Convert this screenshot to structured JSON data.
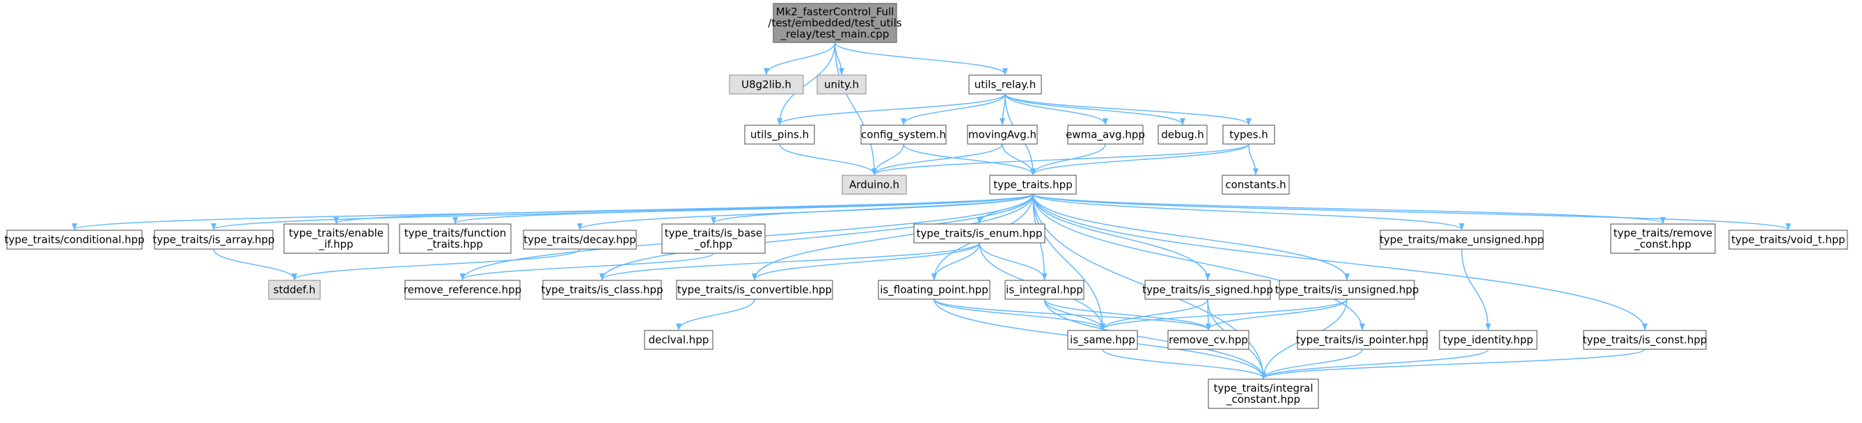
{
  "colors": {
    "root_fill": "#999999",
    "root_stroke": "#666666",
    "system_fill": "#e0e0e0",
    "system_stroke": "#999999",
    "node_fill": "#ffffff",
    "node_stroke": "#666666",
    "edge": "#63b8ff",
    "text": "#000000"
  },
  "nodes": [
    {
      "id": "test_main",
      "lines": [
        "Mk2_fasterControl_Full",
        "/test/embedded/test_utils",
        "_relay/test_main.cpp"
      ],
      "kind": "root"
    },
    {
      "id": "u8g2lib",
      "lines": [
        "U8g2lib.h"
      ],
      "kind": "system"
    },
    {
      "id": "unity",
      "lines": [
        "unity.h"
      ],
      "kind": "system"
    },
    {
      "id": "utils_relay",
      "lines": [
        "utils_relay.h"
      ],
      "kind": "file"
    },
    {
      "id": "utils_pins",
      "lines": [
        "utils_pins.h"
      ],
      "kind": "file"
    },
    {
      "id": "config_system",
      "lines": [
        "config_system.h"
      ],
      "kind": "file"
    },
    {
      "id": "movingavg",
      "lines": [
        "movingAvg.h"
      ],
      "kind": "file"
    },
    {
      "id": "ewma_avg",
      "lines": [
        "ewma_avg.hpp"
      ],
      "kind": "file"
    },
    {
      "id": "debug",
      "lines": [
        "debug.h"
      ],
      "kind": "file"
    },
    {
      "id": "types",
      "lines": [
        "types.h"
      ],
      "kind": "file"
    },
    {
      "id": "arduino",
      "lines": [
        "Arduino.h"
      ],
      "kind": "system"
    },
    {
      "id": "type_traits",
      "lines": [
        "type_traits.hpp"
      ],
      "kind": "file"
    },
    {
      "id": "constants",
      "lines": [
        "constants.h"
      ],
      "kind": "file"
    },
    {
      "id": "conditional",
      "lines": [
        "type_traits/conditional.hpp"
      ],
      "kind": "file"
    },
    {
      "id": "is_array",
      "lines": [
        "type_traits/is_array.hpp"
      ],
      "kind": "file"
    },
    {
      "id": "enable_if",
      "lines": [
        "type_traits/enable",
        "_if.hpp"
      ],
      "kind": "file"
    },
    {
      "id": "function_traits",
      "lines": [
        "type_traits/function",
        "_traits.hpp"
      ],
      "kind": "file"
    },
    {
      "id": "decay",
      "lines": [
        "type_traits/decay.hpp"
      ],
      "kind": "file"
    },
    {
      "id": "is_base_of",
      "lines": [
        "type_traits/is_base",
        "_of.hpp"
      ],
      "kind": "file"
    },
    {
      "id": "is_enum",
      "lines": [
        "type_traits/is_enum.hpp"
      ],
      "kind": "file"
    },
    {
      "id": "make_unsigned",
      "lines": [
        "type_traits/make_unsigned.hpp"
      ],
      "kind": "file"
    },
    {
      "id": "remove_const",
      "lines": [
        "type_traits/remove",
        "_const.hpp"
      ],
      "kind": "file"
    },
    {
      "id": "void_t",
      "lines": [
        "type_traits/void_t.hpp"
      ],
      "kind": "file"
    },
    {
      "id": "stddef",
      "lines": [
        "stddef.h"
      ],
      "kind": "system"
    },
    {
      "id": "remove_reference",
      "lines": [
        "remove_reference.hpp"
      ],
      "kind": "file"
    },
    {
      "id": "is_class",
      "lines": [
        "type_traits/is_class.hpp"
      ],
      "kind": "file"
    },
    {
      "id": "is_convertible",
      "lines": [
        "type_traits/is_convertible.hpp"
      ],
      "kind": "file"
    },
    {
      "id": "is_floating_point",
      "lines": [
        "is_floating_point.hpp"
      ],
      "kind": "file"
    },
    {
      "id": "is_integral",
      "lines": [
        "is_integral.hpp"
      ],
      "kind": "file"
    },
    {
      "id": "is_signed",
      "lines": [
        "type_traits/is_signed.hpp"
      ],
      "kind": "file"
    },
    {
      "id": "is_unsigned",
      "lines": [
        "type_traits/is_unsigned.hpp"
      ],
      "kind": "file"
    },
    {
      "id": "declval",
      "lines": [
        "declval.hpp"
      ],
      "kind": "file"
    },
    {
      "id": "is_same",
      "lines": [
        "is_same.hpp"
      ],
      "kind": "file"
    },
    {
      "id": "remove_cv",
      "lines": [
        "remove_cv.hpp"
      ],
      "kind": "file"
    },
    {
      "id": "is_pointer",
      "lines": [
        "type_traits/is_pointer.hpp"
      ],
      "kind": "file"
    },
    {
      "id": "type_identity",
      "lines": [
        "type_identity.hpp"
      ],
      "kind": "file"
    },
    {
      "id": "is_const",
      "lines": [
        "type_traits/is_const.hpp"
      ],
      "kind": "file"
    },
    {
      "id": "integral_constant",
      "lines": [
        "type_traits/integral",
        "_constant.hpp"
      ],
      "kind": "file"
    }
  ],
  "edges": [
    [
      "test_main",
      "u8g2lib"
    ],
    [
      "test_main",
      "unity"
    ],
    [
      "test_main",
      "utils_relay"
    ],
    [
      "test_main",
      "utils_pins"
    ],
    [
      "test_main",
      "arduino"
    ],
    [
      "utils_relay",
      "utils_pins"
    ],
    [
      "utils_relay",
      "config_system"
    ],
    [
      "utils_relay",
      "movingavg"
    ],
    [
      "utils_relay",
      "ewma_avg"
    ],
    [
      "utils_relay",
      "debug"
    ],
    [
      "utils_relay",
      "types"
    ],
    [
      "utils_relay",
      "type_traits"
    ],
    [
      "utils_pins",
      "arduino"
    ],
    [
      "config_system",
      "arduino"
    ],
    [
      "config_system",
      "type_traits"
    ],
    [
      "movingavg",
      "arduino"
    ],
    [
      "movingavg",
      "type_traits"
    ],
    [
      "ewma_avg",
      "type_traits"
    ],
    [
      "types",
      "arduino"
    ],
    [
      "types",
      "type_traits"
    ],
    [
      "types",
      "constants"
    ],
    [
      "type_traits",
      "conditional"
    ],
    [
      "type_traits",
      "is_array"
    ],
    [
      "type_traits",
      "enable_if"
    ],
    [
      "type_traits",
      "function_traits"
    ],
    [
      "type_traits",
      "decay"
    ],
    [
      "type_traits",
      "is_base_of"
    ],
    [
      "type_traits",
      "is_enum"
    ],
    [
      "type_traits",
      "make_unsigned"
    ],
    [
      "type_traits",
      "remove_const"
    ],
    [
      "type_traits",
      "void_t"
    ],
    [
      "type_traits",
      "remove_reference"
    ],
    [
      "type_traits",
      "is_class"
    ],
    [
      "type_traits",
      "is_convertible"
    ],
    [
      "type_traits",
      "is_floating_point"
    ],
    [
      "type_traits",
      "is_integral"
    ],
    [
      "type_traits",
      "is_signed"
    ],
    [
      "type_traits",
      "is_unsigned"
    ],
    [
      "type_traits",
      "is_same"
    ],
    [
      "type_traits",
      "is_pointer"
    ],
    [
      "type_traits",
      "is_const"
    ],
    [
      "type_traits",
      "integral_constant"
    ],
    [
      "is_array",
      "stddef"
    ],
    [
      "decay",
      "stddef"
    ],
    [
      "is_base_of",
      "remove_reference"
    ],
    [
      "is_enum",
      "is_class"
    ],
    [
      "is_enum",
      "is_convertible"
    ],
    [
      "is_enum",
      "is_floating_point"
    ],
    [
      "is_enum",
      "is_integral"
    ],
    [
      "is_enum",
      "is_same"
    ],
    [
      "is_convertible",
      "declval"
    ],
    [
      "is_floating_point",
      "is_same"
    ],
    [
      "is_floating_point",
      "remove_cv"
    ],
    [
      "is_floating_point",
      "integral_constant"
    ],
    [
      "is_integral",
      "is_same"
    ],
    [
      "is_integral",
      "remove_cv"
    ],
    [
      "is_integral",
      "integral_constant"
    ],
    [
      "is_signed",
      "is_same"
    ],
    [
      "is_signed",
      "remove_cv"
    ],
    [
      "is_signed",
      "integral_constant"
    ],
    [
      "is_unsigned",
      "is_same"
    ],
    [
      "is_unsigned",
      "remove_cv"
    ],
    [
      "is_unsigned",
      "integral_constant"
    ],
    [
      "is_same",
      "integral_constant"
    ],
    [
      "is_pointer",
      "integral_constant"
    ],
    [
      "make_unsigned",
      "type_identity"
    ],
    [
      "type_identity",
      "integral_constant"
    ],
    [
      "is_const",
      "integral_constant"
    ]
  ]
}
